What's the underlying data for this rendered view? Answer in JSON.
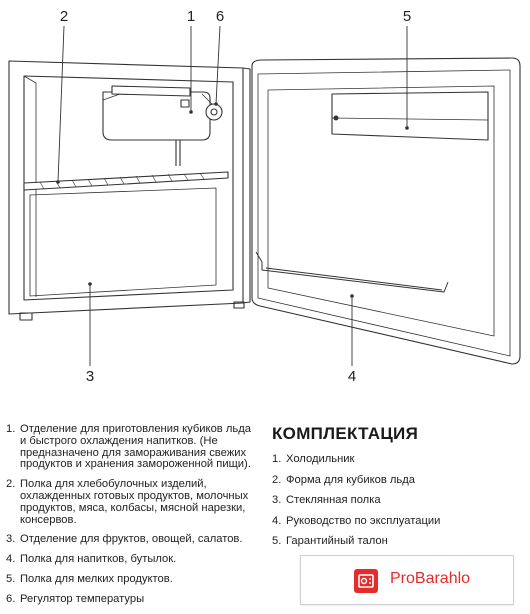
{
  "callouts": [
    "1",
    "2",
    "3",
    "4",
    "5",
    "6"
  ],
  "parts_list": [
    {
      "num": "1.",
      "text": "Отделение для приготовления кубиков льда и быстрого охлаждения напитков. (Не предназначено для замораживания свежих продуктов и хранения замороженной пищи)."
    },
    {
      "num": "2.",
      "text": "Полка для хлебобулочных изделий, охлажденных готовых продуктов, молочных продуктов, мяса, колбасы, мясной нарезки, консервов."
    },
    {
      "num": "3.",
      "text": "Отделение для фруктов, овощей, салатов."
    },
    {
      "num": "4.",
      "text": "Полка для напитков, бутылок."
    },
    {
      "num": "5.",
      "text": "Полка для мелких продуктов."
    },
    {
      "num": "6.",
      "text": "Регулятор температуры"
    }
  ],
  "kit": {
    "title": "КОМПЛЕКТАЦИЯ",
    "items": [
      {
        "num": "1.",
        "text": "Холодильник"
      },
      {
        "num": "2.",
        "text": "Форма для кубиков льда"
      },
      {
        "num": "3.",
        "text": "Стеклянная полка"
      },
      {
        "num": "4.",
        "text": "Руководство по эксплуатации"
      },
      {
        "num": "5.",
        "text": "Гарантийный талон"
      }
    ]
  },
  "watermark": {
    "text": "ProBarahlo",
    "color": "#e52b2b"
  }
}
